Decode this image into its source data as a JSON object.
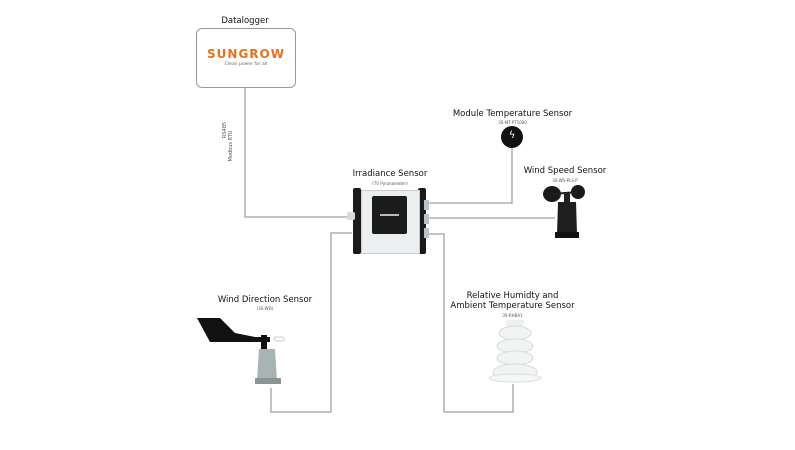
{
  "diagram": {
    "datalogger": {
      "title": "Datalogger",
      "brand": "SUNGROW",
      "tagline": "Clean power for all",
      "brand_color": "#e8711c"
    },
    "connection_label": {
      "line1": "RS485",
      "line2": "Modbus RTU"
    },
    "irradiance_sensor": {
      "title": "Irradiance Sensor",
      "subtitle": "(TV Pyranometer)"
    },
    "module_temp_sensor": {
      "title": "Module Temperature Sensor",
      "model": "3S-MT-PT1000"
    },
    "wind_speed_sensor": {
      "title": "Wind Speed Sensor",
      "model": "3S-WS-PLS-P"
    },
    "humidity_sensor": {
      "title_line1": "Relative Humidty and",
      "title_line2": "Ambient Temperature Sensor",
      "model": "3S-RHBA1"
    },
    "wind_direction_sensor": {
      "title": "Wind Direction Sensor",
      "model": "(3S-WD)"
    },
    "wire_color": "#999999"
  }
}
